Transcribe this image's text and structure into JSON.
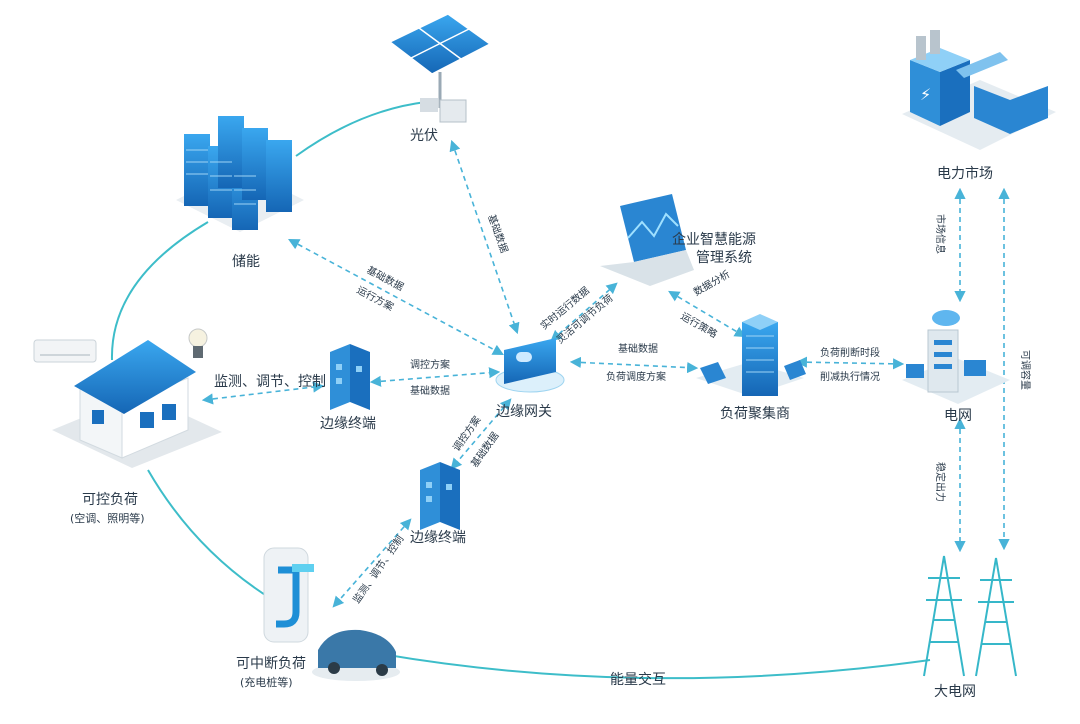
{
  "nodes": {
    "photovoltaic": "光伏",
    "storage": "储能",
    "ems": "企业智慧能源",
    "ems_line2": "管理系统",
    "power_market": "电力市场",
    "controllable_load": "可控负荷",
    "controllable_load_sub": "(空调、照明等)",
    "edge_terminal_1": "边缘终端",
    "edge_gateway": "边缘网关",
    "aggregator": "负荷聚集商",
    "grid": "电网",
    "edge_terminal_2": "边缘终端",
    "interruptible_load": "可中断负荷",
    "interruptible_load_sub": "(充电桩等)",
    "main_grid": "大电网"
  },
  "edges": {
    "pv_gateway": "基础数据",
    "storage_gateway_1": "基础数据",
    "storage_gateway_2": "运行方案",
    "gateway_ems_1": "实时运行数据",
    "gateway_ems_2": "灵活可调节负荷",
    "ems_aggregator_1": "数据分析",
    "ems_aggregator_2": "运行策略",
    "gateway_aggregator_1": "基础数据",
    "gateway_aggregator_2": "负荷调度方案",
    "aggregator_grid_1": "负荷削断时段",
    "aggregator_grid_2": "削减执行情况",
    "market_grid": "市场信息",
    "market_main": "可调容量",
    "grid_main": "稳定出力",
    "load_terminal": "监测、调节、控制",
    "terminal_gateway_1": "调控方案",
    "terminal_gateway_2": "基础数据",
    "gateway_terminal2_1": "调控方案",
    "gateway_terminal2_2": "基础数据",
    "terminal2_charger": "监测、调节、控制",
    "energy_interaction": "能量交互"
  },
  "colors": {
    "accent": "#1e8fd6",
    "dark_blue": "#1468b8",
    "line": "#48b3d8",
    "arc": "#3dbdc9",
    "text": "#2a3a4a"
  }
}
